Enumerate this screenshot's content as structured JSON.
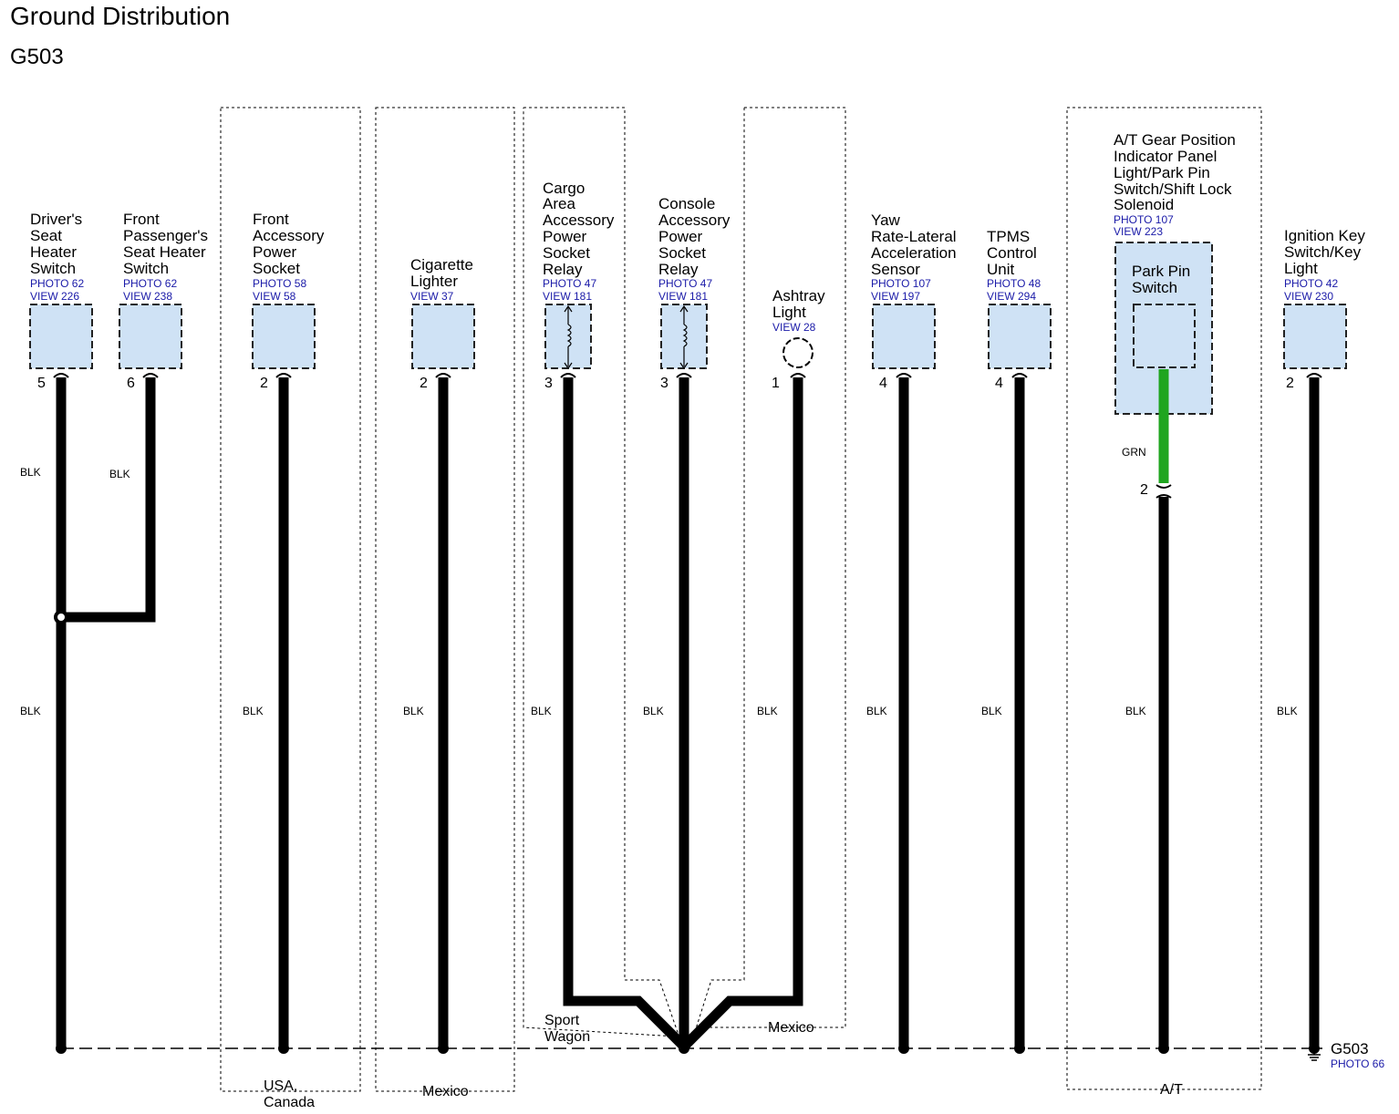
{
  "header": {
    "title": "Ground Distribution",
    "subtitle": "G503"
  },
  "components": [
    {
      "id": "drivers-seat-heater-switch",
      "lines": [
        "Driver's",
        "Seat",
        "Heater",
        "Switch"
      ],
      "photo": "PHOTO 62",
      "view": "VIEW 226",
      "pin": "5",
      "wire": "BLK",
      "upper_wire": "BLK"
    },
    {
      "id": "front-passengers-seat-heater-switch",
      "lines": [
        "Front",
        "Passenger's",
        "Seat Heater",
        "Switch"
      ],
      "photo": "PHOTO 62",
      "view": "VIEW 238",
      "pin": "6",
      "wire": "BLK"
    },
    {
      "id": "front-accessory-power-socket",
      "lines": [
        "Front",
        "Accessory",
        "Power",
        "Socket"
      ],
      "photo": "PHOTO 58",
      "view": "VIEW 58",
      "pin": "2",
      "wire": "BLK"
    },
    {
      "id": "cigarette-lighter",
      "lines": [
        "Cigarette",
        "Lighter"
      ],
      "photo": "",
      "view": "VIEW 37",
      "pin": "2",
      "wire": "BLK"
    },
    {
      "id": "cargo-area-accessory-power-socket-relay",
      "lines": [
        "Cargo",
        "Area",
        "Accessory",
        "Power",
        "Socket",
        "Relay"
      ],
      "photo": "PHOTO 47",
      "view": "VIEW 181",
      "pin": "3",
      "wire": "BLK"
    },
    {
      "id": "console-accessory-power-socket-relay",
      "lines": [
        "Console",
        "Accessory",
        "Power",
        "Socket",
        "Relay"
      ],
      "photo": "PHOTO 47",
      "view": "VIEW 181",
      "pin": "3",
      "wire": "BLK"
    },
    {
      "id": "ashtray-light",
      "lines": [
        "Ashtray",
        "Light"
      ],
      "photo": "",
      "view": "VIEW 28",
      "pin": "1",
      "wire": "BLK"
    },
    {
      "id": "yaw-rate-lateral-acceleration-sensor",
      "lines": [
        "Yaw",
        "Rate-Lateral",
        "Acceleration",
        "Sensor"
      ],
      "photo": "PHOTO 107",
      "view": "VIEW 197",
      "pin": "4",
      "wire": "BLK"
    },
    {
      "id": "tpms-control-unit",
      "lines": [
        "TPMS",
        "Control",
        "Unit"
      ],
      "photo": "PHOTO 48",
      "view": "VIEW 294",
      "pin": "4",
      "wire": "BLK"
    },
    {
      "id": "at-gear-position-indicator",
      "lines": [
        "A/T Gear Position",
        "Indicator Panel",
        "Light/Park Pin",
        "Switch/Shift Lock",
        "Solenoid"
      ],
      "photo": "PHOTO 107",
      "view": "VIEW 223",
      "inner_lines": [
        "Park Pin",
        "Switch"
      ],
      "inner_wire": "GRN",
      "pin": "2",
      "wire": "BLK"
    },
    {
      "id": "ignition-key-switch-key-light",
      "lines": [
        "Ignition Key",
        "Switch/Key",
        "Light"
      ],
      "photo": "PHOTO 42",
      "view": "VIEW 230",
      "pin": "2",
      "wire": "BLK"
    }
  ],
  "regions": {
    "usa_canada": [
      "USA,",
      "Canada"
    ],
    "mexico_1": "Mexico",
    "sport_wagon": [
      "Sport",
      "Wagon"
    ],
    "mexico_2": "Mexico",
    "at": "A/T"
  },
  "ground": {
    "name": "G503",
    "photo": "PHOTO 66"
  },
  "colors": {
    "component_fill": "#cfe2f5",
    "wire_black": "#000000",
    "wire_green": "#1fa51f",
    "ref_text": "#1a1aa8"
  }
}
